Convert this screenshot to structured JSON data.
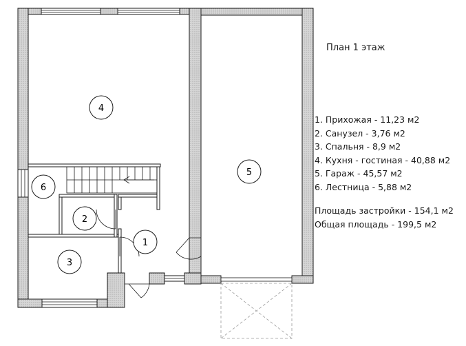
{
  "plan": {
    "title": "План 1 этаж",
    "legend": [
      "1. Прихожая - 11,23 м2",
      "2. Санузел - 3,76 м2",
      "3. Спальня - 8,9 м2",
      "4. Кухня - гостиная - 40,88 м2",
      "5. Гараж - 45,57 м2",
      "6. Лестница - 5,88 м2"
    ],
    "area_summary": {
      "built_up": "Площадь застройки - 154,1 м2",
      "total": "Общая площадь - 199,5 м2"
    },
    "room_markers": [
      "1",
      "2",
      "3",
      "4",
      "5",
      "6"
    ],
    "colors": {
      "wall_fill": "#d9d9d9",
      "line": "#1a1a1a",
      "door_dashed": "#9a9a9a"
    }
  }
}
